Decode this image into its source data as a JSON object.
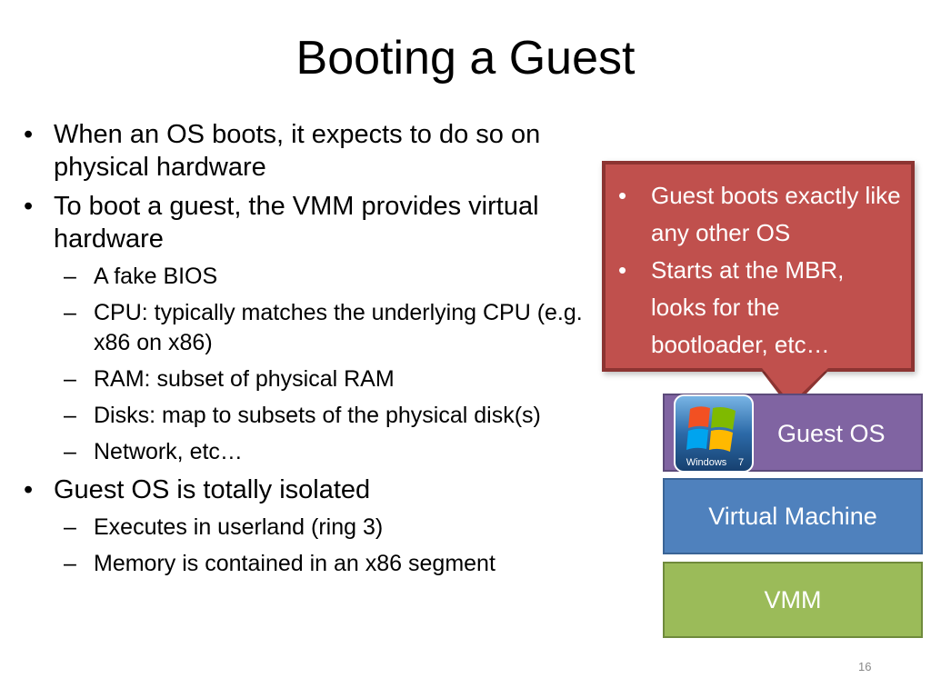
{
  "slide": {
    "title": "Booting a Guest",
    "page_number": "16"
  },
  "bullets": [
    {
      "text": "When an OS boots, it expects to do so on physical hardware"
    },
    {
      "text": "To boot a guest, the VMM provides virtual hardware"
    },
    {
      "text": "A fake BIOS"
    },
    {
      "text": "CPU: typically matches the underlying CPU (e.g. x86 on x86)"
    },
    {
      "text": "RAM: subset of physical RAM"
    },
    {
      "text": "Disks: map to subsets of the physical disk(s)"
    },
    {
      "text": "Network, etc…"
    },
    {
      "text": "Guest OS is totally isolated"
    },
    {
      "text": "Executes in userland (ring 3)"
    },
    {
      "text": "Memory is contained in an x86 segment"
    }
  ],
  "markers": {
    "bullet": "•",
    "dash": "–"
  },
  "callout": {
    "items": [
      "Guest boots exactly like any other OS",
      "Starts at the MBR, looks for the bootloader, etc…"
    ],
    "color": "#c0504d"
  },
  "stack": {
    "guest_os": "Guest OS",
    "virtual_machine": "Virtual Machine",
    "vmm": "VMM",
    "colors": {
      "guest_os": "#8064a2",
      "virtual_machine": "#4f81bd",
      "vmm": "#9bbb59"
    }
  },
  "logo": {
    "icon": "windows-7-logo-icon",
    "text": "Windows",
    "version": "7"
  }
}
